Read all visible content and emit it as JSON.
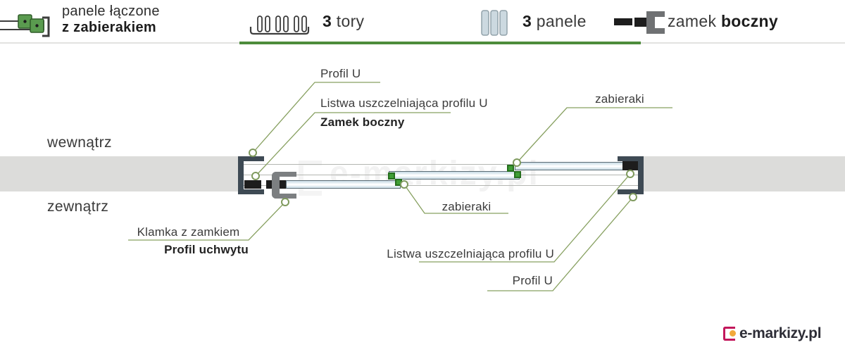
{
  "header": {
    "variant": {
      "line1": "panele łączone",
      "line2": "z zabierakiem"
    },
    "tracks": {
      "count": "3",
      "label": "tory"
    },
    "panels": {
      "count": "3",
      "label": "panele"
    },
    "lock": {
      "prefix": "zamek",
      "label": "boczny"
    }
  },
  "sides": {
    "inside": "wewnątrz",
    "outside": "zewnątrz"
  },
  "labels": {
    "profil_u_top": "Profil U",
    "listwa_top": "Listwa uszczelniająca profilu U",
    "zamek_boczny": "Zamek boczny",
    "zabieraki_top": "zabieraki",
    "zabieraki_bottom": "zabieraki",
    "klamka": "Klamka z zamkiem",
    "profil_uchwytu": "Profil uchwytu",
    "listwa_bottom": "Listwa uszczelniająca profilu U",
    "profil_u_bottom": "Profil U"
  },
  "watermark": "e-markizy.pl",
  "logo": {
    "text": "e-markizy.pl"
  },
  "colors": {
    "accent_green": "#4d8c3b",
    "leader_olive": "#87a060",
    "zabierak_green": "#3f9e36",
    "frame_slate": "#3e4a54",
    "wall_gray": "#dcdcda",
    "glass_blue": "#d9e5ec",
    "logo_crimson": "#c2175b",
    "logo_orange": "#f2a93b"
  }
}
